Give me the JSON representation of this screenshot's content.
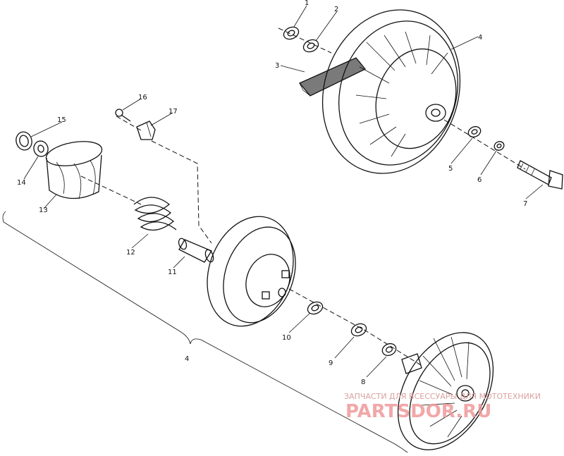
{
  "labels": {
    "l1": "1",
    "l2": "2",
    "l3": "3",
    "l4_top": "4",
    "l5": "5",
    "l6": "6",
    "l7": "7",
    "l16": "16",
    "l17": "17",
    "l15": "15",
    "l14": "14",
    "l13": "13",
    "l12": "12",
    "l11": "11",
    "l10": "10",
    "l9": "9",
    "l8": "8",
    "l4_bottom": "4"
  },
  "watermark": {
    "line1": "ЗАПЧАСТИ ДЛЯ ВСЕССУАРЫ ДЛЯ МОТОТЕХНИКИ",
    "line2": "PARTSDOR.RU"
  },
  "colors": {
    "ink": "#111111",
    "watermark": "#ef9a9a"
  }
}
